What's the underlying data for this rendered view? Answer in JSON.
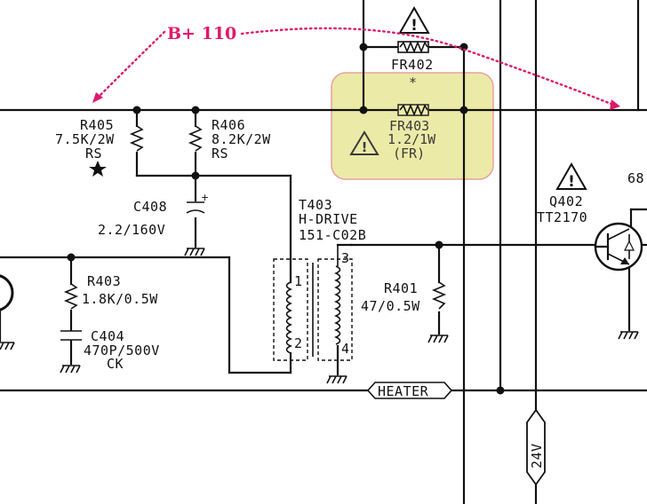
{
  "callout": {
    "text": "B+ 110",
    "color": "#e0186c"
  },
  "highlight": {
    "color": "#e6e38a"
  },
  "components": {
    "fr402": {
      "ref": "FR402",
      "mark": "*"
    },
    "fr403": {
      "ref": "FR403",
      "value": "1.2/1W",
      "type": "(FR)"
    },
    "r405": {
      "ref": "R405",
      "value": "7.5K/2W",
      "type": "RS"
    },
    "r406": {
      "ref": "R406",
      "value": "8.2K/2W",
      "type": "RS"
    },
    "c408": {
      "ref": "C408",
      "value": "2.2/160V"
    },
    "t403": {
      "ref": "T403",
      "name": "H-DRIVE",
      "part": "151-C02B",
      "pins": [
        "1",
        "2",
        "3",
        "4"
      ]
    },
    "r403": {
      "ref": "R403",
      "value": "1.8K/0.5W"
    },
    "c404": {
      "ref": "C404",
      "value": "470P/500V",
      "type": "CK"
    },
    "r401": {
      "ref": "R401",
      "value": "47/0.5W"
    },
    "q402": {
      "ref": "Q402",
      "part": "TT2170"
    },
    "edge_label": "68"
  },
  "nets": {
    "heater": "HEATER",
    "supply": "24V"
  },
  "icons": [
    "warning-triangle-icon",
    "star-icon",
    "ground-icon",
    "npn-transistor-icon"
  ]
}
